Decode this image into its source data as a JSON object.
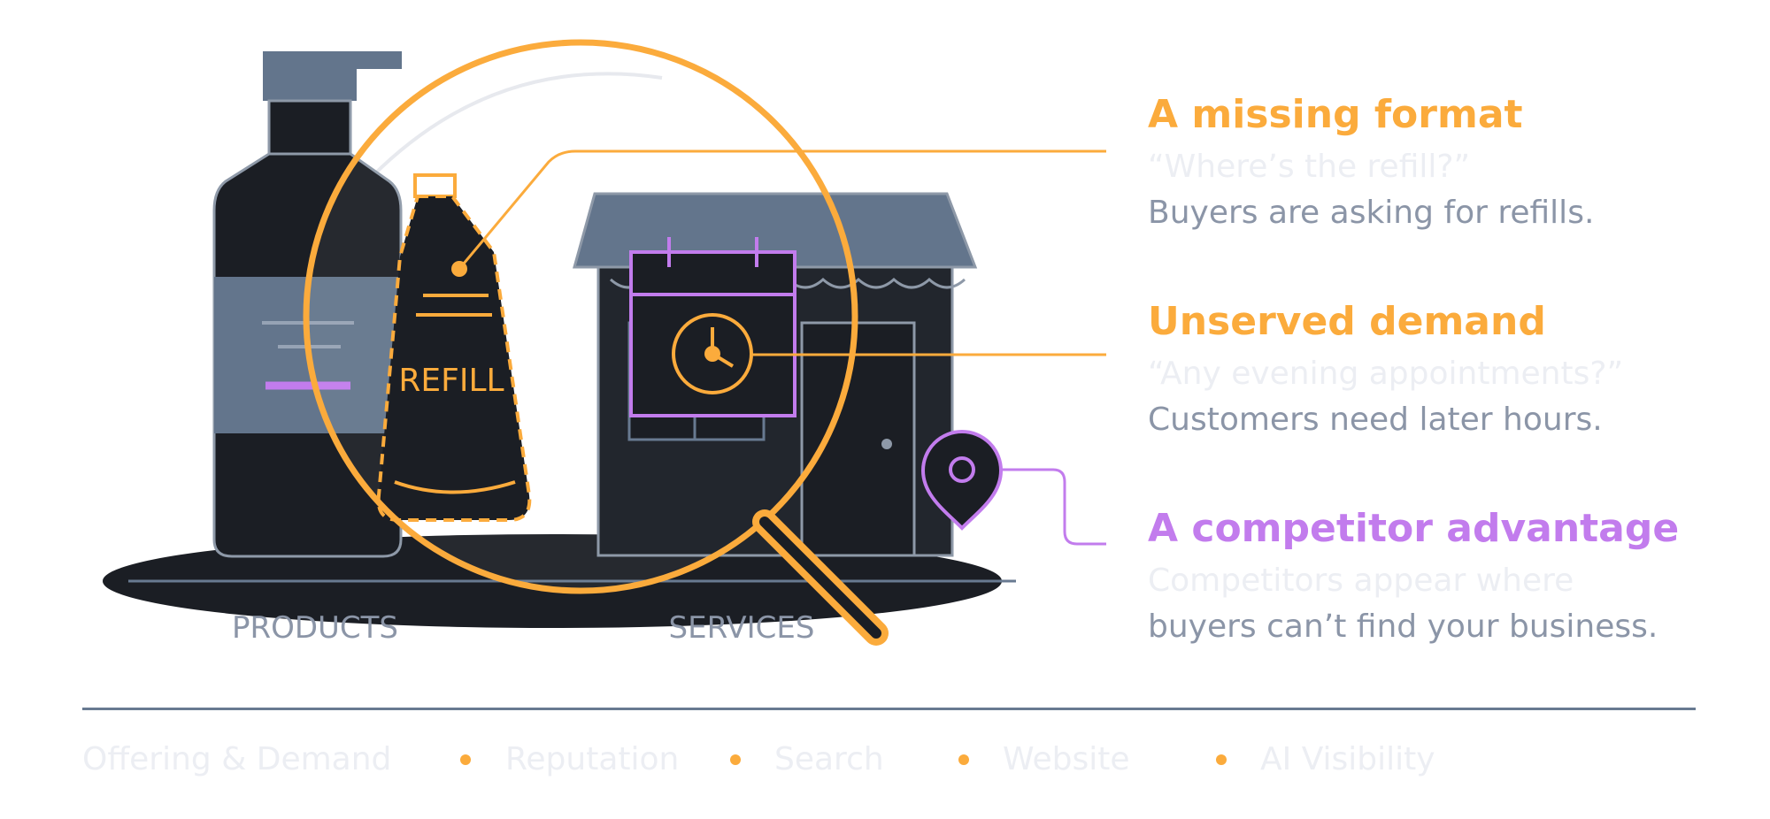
{
  "illustration": {
    "refill_label": "REFILL",
    "products_label": "PRODUCTS",
    "services_label": "SERVICES"
  },
  "insights": [
    {
      "title": "A missing format",
      "quote": "“Where’s the refill?”",
      "description": "Buyers are asking for refills.",
      "color": "#fbab3c"
    },
    {
      "title": "Unserved demand",
      "quote": "“Any evening appointments?”",
      "description": "Customers need later hours.",
      "color": "#fbab3c"
    },
    {
      "title": "A competitor advantage",
      "quote": "Competitors appear where",
      "description": "buyers can’t find your business.",
      "color": "#c27ced"
    }
  ],
  "footer": {
    "items": [
      "Offering & Demand",
      "Reputation",
      "Search",
      "Website",
      "AI Visibility"
    ],
    "dot_color": "#fbab3c"
  },
  "colors": {
    "orange": "#fbab3c",
    "purple": "#c27ced",
    "dark": "#1b1e24",
    "slate": "#63758c",
    "grey_text": "#8b95a7",
    "faint_text": "#eceef3"
  }
}
